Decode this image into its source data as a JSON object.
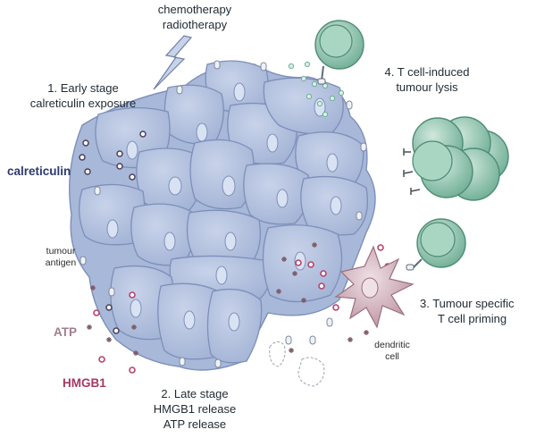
{
  "labels": {
    "treatment_line1": "chemotherapy",
    "treatment_line2": "radiotherapy",
    "step1_line1": "1. Early stage",
    "step1_line2": "calreticulin exposure",
    "step4_line1": "4. T cell-induced",
    "step4_line2": "tumour lysis",
    "calreticulin": "calreticulin",
    "tumour_antigen_line1": "tumour",
    "tumour_antigen_line2": "antigen",
    "atp": "ATP",
    "hmgb1": "HMGB1",
    "step3_line1": "3. Tumour specific",
    "step3_line2": "T cell priming",
    "dendritic_line1": "dendritic",
    "dendritic_line2": "cell",
    "step2_line1": "2. Late stage",
    "step2_line2": "HMGB1 release",
    "step2_line3": "ATP release"
  },
  "colors": {
    "tumour_cell_fill": "#b4c2de",
    "tumour_cell_edge": "#8a9cc4",
    "nucleus": "#d8e1f0",
    "t_cell_outer": "#7fbca3",
    "t_cell_inner": "#a9d6c3",
    "dendritic_cell": "#c9a7b2",
    "calreticulin_label": "#2e3a6e",
    "atp_label": "#a07d8d",
    "hmgb1_label": "#a43a63",
    "hmgb1_dot": "#b5436b",
    "lightning": "#c9d3e8"
  }
}
